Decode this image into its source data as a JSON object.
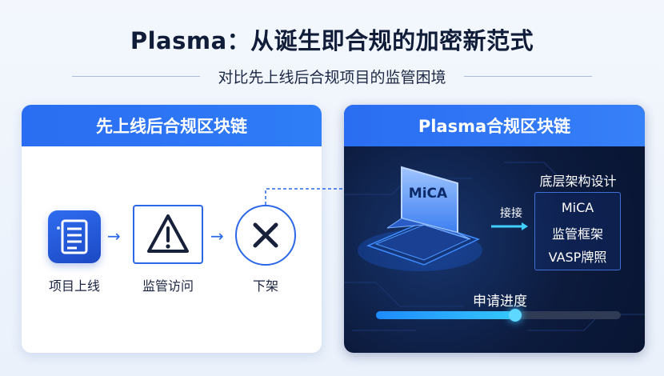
{
  "title": "Plasma：从诞生即合规的加密新范式",
  "subtitle": "对比先上线后合规项目的监管困境",
  "left": {
    "header": "先上线后合规区块链",
    "steps": [
      {
        "label": "项目上线",
        "icon": "document-icon"
      },
      {
        "label": "监管访问",
        "icon": "warning-icon"
      },
      {
        "label": "下架",
        "icon": "x-circle-icon"
      }
    ]
  },
  "right": {
    "header": "Plasma合规区块链",
    "laptop_screen": "MiCA",
    "connect_label": "接接",
    "design_label": "底层架构设计",
    "items": [
      "MiCA",
      "监管框架",
      "VASP牌照"
    ],
    "progress_label": "申请进度",
    "progress_fraction": 0.57
  },
  "colors": {
    "accent": "#2b68e8",
    "dark_panel": "#0c1a3c",
    "progress": "#35c8ff"
  }
}
